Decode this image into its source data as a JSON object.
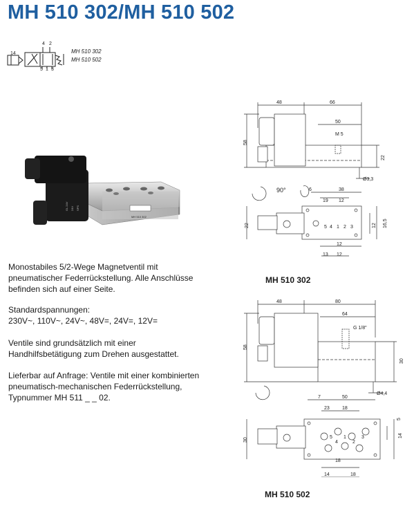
{
  "title": "MH 510 302/MH 510 502",
  "symbol": {
    "models": [
      "MH 510 302",
      "MH 510 502"
    ],
    "port_labels": {
      "p14": "14",
      "p4": "4",
      "p2": "2",
      "p5": "5",
      "p1": "1",
      "p3": "3"
    }
  },
  "valve_photo_text": [
    "GL 24V",
    "24V",
    "SPS",
    "MH 510 302"
  ],
  "description": {
    "para1": [
      "Monostabiles 5/2-Wege Magnetventil mit",
      "pneumatischer Federrückstellung. Alle Anschlüsse",
      "befinden sich auf einer Seite."
    ],
    "para2": [
      "Standardspannungen:",
      "230V~, 110V~, 24V~, 48V=, 24V=, 12V="
    ],
    "para3": [
      "Ventile sind grundsätzlich mit einer",
      "Handhilfsbetätigung zum Drehen ausgestattet."
    ],
    "para4": [
      "Lieferbar auf Anfrage: Ventile mit einer kombinierten",
      "pneumatisch-mechanischen Federrückstellung,",
      "Typnummer MH 511 _ _ 02."
    ]
  },
  "drawing1": {
    "caption": "MH 510 302",
    "dims": {
      "d48": "48",
      "d66": "66",
      "d50": "50",
      "m5": "M 5",
      "d58": "58",
      "d22": "22",
      "d33": "Ø3,3",
      "deg": "90°",
      "d6": "6",
      "d38": "38",
      "d19": "19",
      "d12a": "12",
      "d22b": "22",
      "d12b": "12",
      "d165": "16,5",
      "d13": "13",
      "d12c": "12",
      "d12d": "12"
    },
    "ports": [
      "5",
      "4",
      "1",
      "2",
      "3"
    ]
  },
  "drawing2": {
    "caption": "MH 510 502",
    "dims": {
      "d48": "48",
      "d80": "80",
      "d64": "64",
      "g18": "G 1/8\"",
      "d58": "58",
      "d30": "30",
      "d44": "Ø4,4",
      "d7": "7",
      "d50": "50",
      "d23": "23",
      "d18a": "18",
      "d5": "5",
      "d30b": "30",
      "d14": "14",
      "d18b": "18",
      "d14b": "14",
      "d18c": "18"
    },
    "ports": [
      "5",
      "4",
      "1",
      "2",
      "3"
    ]
  }
}
